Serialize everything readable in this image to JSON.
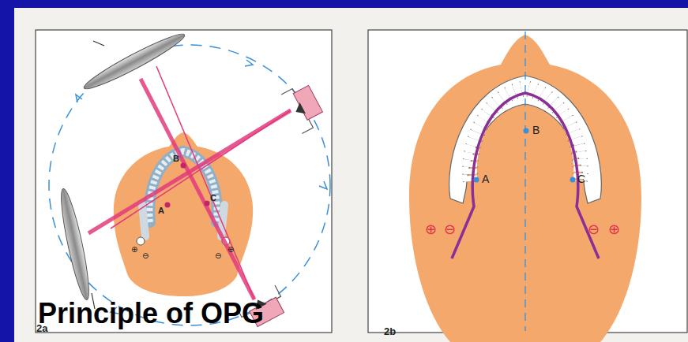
{
  "diagram": {
    "title": "Principle of OPG",
    "labels": [
      "2a",
      "2b",
      "B",
      "A",
      "C",
      "⊕",
      "⊖",
      "⊖",
      "⊕",
      "A",
      "B",
      "C",
      "⊕",
      "⊖",
      "⊖",
      "⊕"
    ]
  }
}
